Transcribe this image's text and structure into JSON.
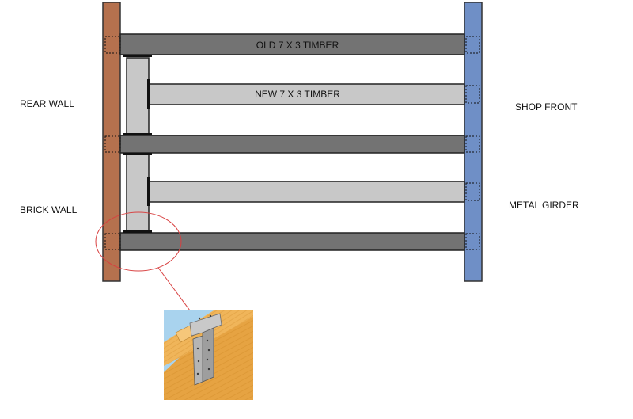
{
  "labels": {
    "rear_wall": "REAR WALL",
    "brick_wall": "BRICK WALL",
    "shop_front": "SHOP FRONT",
    "metal_girder": "METAL GIRDER",
    "old_timber": "OLD 7 X 3 TIMBER",
    "new_timber": "NEW 7 X 3 TIMBER"
  },
  "colors": {
    "brick": "#b5714e",
    "girder": "#6f8fc6",
    "old_timber": "#737373",
    "new_timber": "#c8c8c8",
    "callout": "#d84040",
    "wood": "#e8a845",
    "photo_bg": "#a9d3ee"
  },
  "icons": {
    "inset": "joist-hanger-photo-icon"
  }
}
